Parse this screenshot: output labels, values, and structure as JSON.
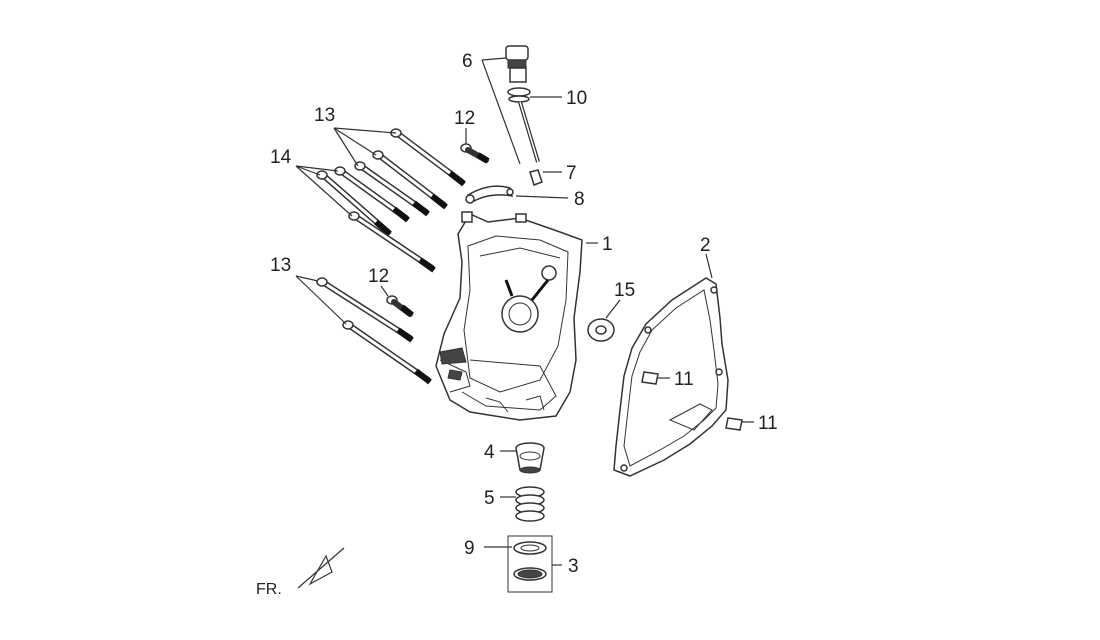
{
  "diagram": {
    "callouts": {
      "c1": "1",
      "c2": "2",
      "c3": "3",
      "c4": "4",
      "c5": "5",
      "c6": "6",
      "c7": "7",
      "c8": "8",
      "c9": "9",
      "c10": "10",
      "c11a": "11",
      "c11b": "11",
      "c12a": "12",
      "c12b": "12",
      "c13a": "13",
      "c13b": "13",
      "c14": "14",
      "c15": "15"
    },
    "front_marker": "FR."
  }
}
